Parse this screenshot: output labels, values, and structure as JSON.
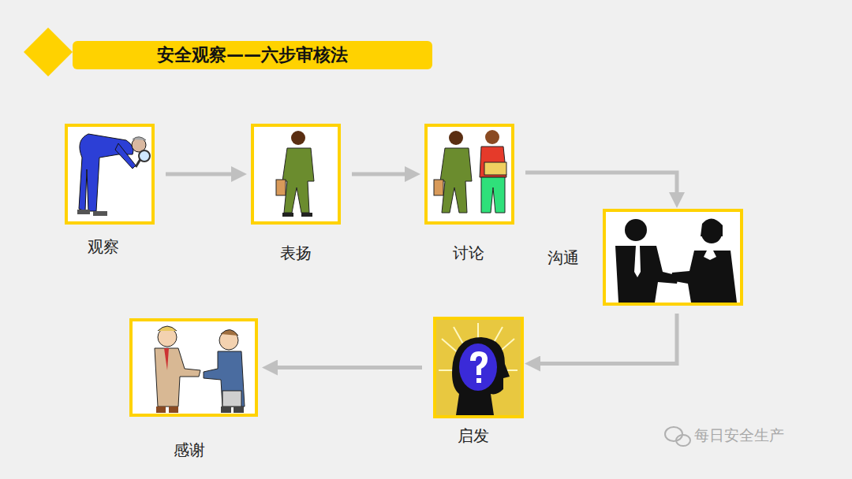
{
  "diagram": {
    "title": "安全观察——六步审核法",
    "nodes": [
      {
        "text": [
          "观察"
        ]
      },
      {
        "text": [
          "表扬"
        ]
      },
      {
        "text": [
          "讨论"
        ]
      },
      {
        "text": [
          "沟通"
        ]
      },
      {
        "text": [
          "启发"
        ]
      },
      {
        "text": [
          "感谢"
        ]
      }
    ],
    "edges": [
      {
        "from": 0,
        "to": 1,
        "arrow": "to"
      },
      {
        "from": 1,
        "to": 2,
        "arrow": "to"
      },
      {
        "from": 2,
        "to": 3,
        "arrow": "to"
      },
      {
        "from": 3,
        "to": 4,
        "arrow": "to"
      },
      {
        "from": 4,
        "to": 5,
        "arrow": "to"
      }
    ],
    "labels": [
      "每日安全生产"
    ]
  }
}
